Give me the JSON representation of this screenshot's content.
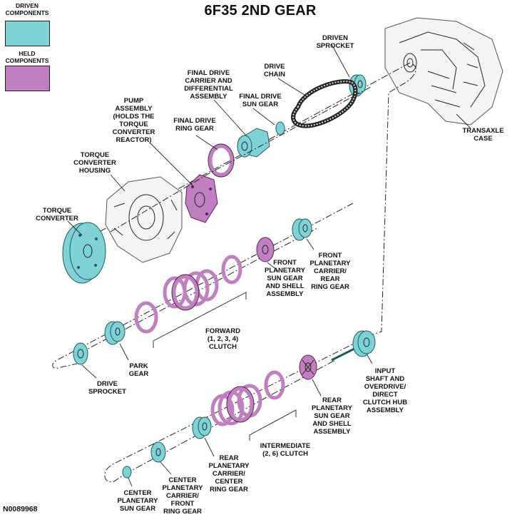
{
  "title": "6F35 2ND GEAR",
  "legend": {
    "driven_label": "DRIVEN\nCOMPONENTS",
    "held_label": "HELD\nCOMPONENTS",
    "driven_color": "#7fd3d6",
    "held_color": "#c07fc0"
  },
  "labels": {
    "driven_sprocket_top": "DRIVEN\nSPROCKET",
    "drive_chain": "DRIVE\nCHAIN",
    "final_drive_carrier": "FINAL DRIVE\nCARRIER AND\nDIFFERENTIAL\nASSEMBLY",
    "final_drive_sun_gear": "FINAL DRIVE\nSUN GEAR",
    "pump_assembly": "PUMP\nASSEMBLY\n(HOLDS THE\nTORQUE\nCONVERTER\nREACTOR)",
    "final_drive_ring_gear": "FINAL DRIVE\nRING GEAR",
    "transaxle_case": "TRANSAXLE\nCASE",
    "torque_converter_housing": "TORQUE\nCONVERTER\nHOUSING",
    "torque_converter": "TORQUE\nCONVERTER",
    "front_planetary_carrier": "FRONT\nPLANETARY\nCARRIER/\nREAR\nRING GEAR",
    "front_planetary_sun_gear": "FRONT\nPLANETARY\nSUN GEAR\nAND SHELL\nASSEMBLY",
    "forward_clutch": "FORWARD\n(1, 2, 3, 4)\nCLUTCH",
    "park_gear": "PARK\nGEAR",
    "drive_sprocket": "DRIVE\nSPROCKET",
    "input_shaft": "INPUT\nSHAFT AND\nOVERDRIVE/\nDIRECT\nCLUTCH HUB\nASSEMBLY",
    "rear_planetary_sun_gear": "REAR\nPLANETARY\nSUN GEAR\nAND SHELL\nASSEMBLY",
    "intermediate_clutch": "INTERMEDIATE\n(2, 6) CLUTCH",
    "rear_planetary_carrier": "REAR\nPLANETARY\nCARRIER/\nCENTER\nRING GEAR",
    "center_planetary_carrier": "CENTER\nPLANETARY\nCARRIER/\nFRONT\nRING GEAR",
    "center_planetary_sun_gear": "CENTER\nPLANETARY\nSUN GEAR"
  },
  "figure_number": "N0089968"
}
